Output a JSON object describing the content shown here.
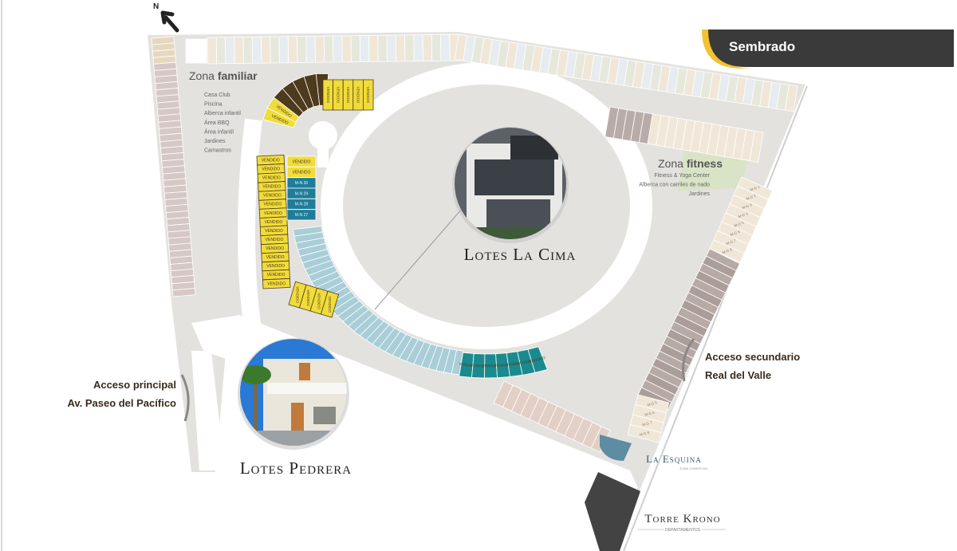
{
  "banner": {
    "title": "Sembrado",
    "bg": "#3a3a3a",
    "accent": "#f2c230"
  },
  "compass": {
    "label": "N"
  },
  "zona_familiar": {
    "title_light": "Zona ",
    "title_bold": "familiar",
    "amenities": [
      "Casa Club",
      "Piscina",
      "Alberca infantil",
      "Área BBQ",
      "Área infantil",
      "Jardines",
      "Camastros"
    ]
  },
  "zona_fitness": {
    "title_light": "Zona ",
    "title_bold": "fitness",
    "amenities": [
      "Fitness & Yoga Center",
      "Alberca con carriles de nado",
      "Jardines"
    ]
  },
  "lotes_la_cima": {
    "label": "Lotes La Cima"
  },
  "lotes_pedrera": {
    "label": "Lotes Pedrera"
  },
  "acceso_principal": {
    "line1": "Acceso principal",
    "line2": "Av. Paseo del Pacífico"
  },
  "acceso_secundario": {
    "line1": "Acceso secundario",
    "line2": "Real del Valle"
  },
  "la_esquina": {
    "label": "La Esquina",
    "sublabel": "ZONA COMERCIAL"
  },
  "torre_krono": {
    "label": "Torre Krono",
    "sublabel": "DEPARTAMENTOS"
  },
  "lots": {
    "sold_label": "VENDIDO",
    "mn_labels": [
      "M-N 30",
      "M-N 29",
      "M-N 28",
      "M-N 27"
    ],
    "mg_top_labels": [
      "M-G 1",
      "M-G 2",
      "M-G 3",
      "M-G 4",
      "M-G 5",
      "M-G 6",
      "M-G 7",
      "M-G 8"
    ],
    "mg_bottom_labels": [
      "M-G 5",
      "M-G 6",
      "M-G 7",
      "M-G 8"
    ]
  },
  "colors": {
    "site": "#e4e2de",
    "road": "#ffffff",
    "lot_cream": "#f1e7d8",
    "lot_sage": "#e6e8dc",
    "lot_blue_pale": "#e6ecef",
    "lot_mauve": "#d6c8c6",
    "lot_gray": "#b9aca8",
    "lot_pink": "#e2cfc6",
    "sold_yellow": "#f0dc3a",
    "sold_brown": "#4e3a1c",
    "blue_dark": "#1f7d99",
    "blue_light": "#a9ced8",
    "teal_sold": "#1b8a8e",
    "esquina": "#5e8ca3",
    "torre": "#444343",
    "green": "#d9e3c6"
  }
}
